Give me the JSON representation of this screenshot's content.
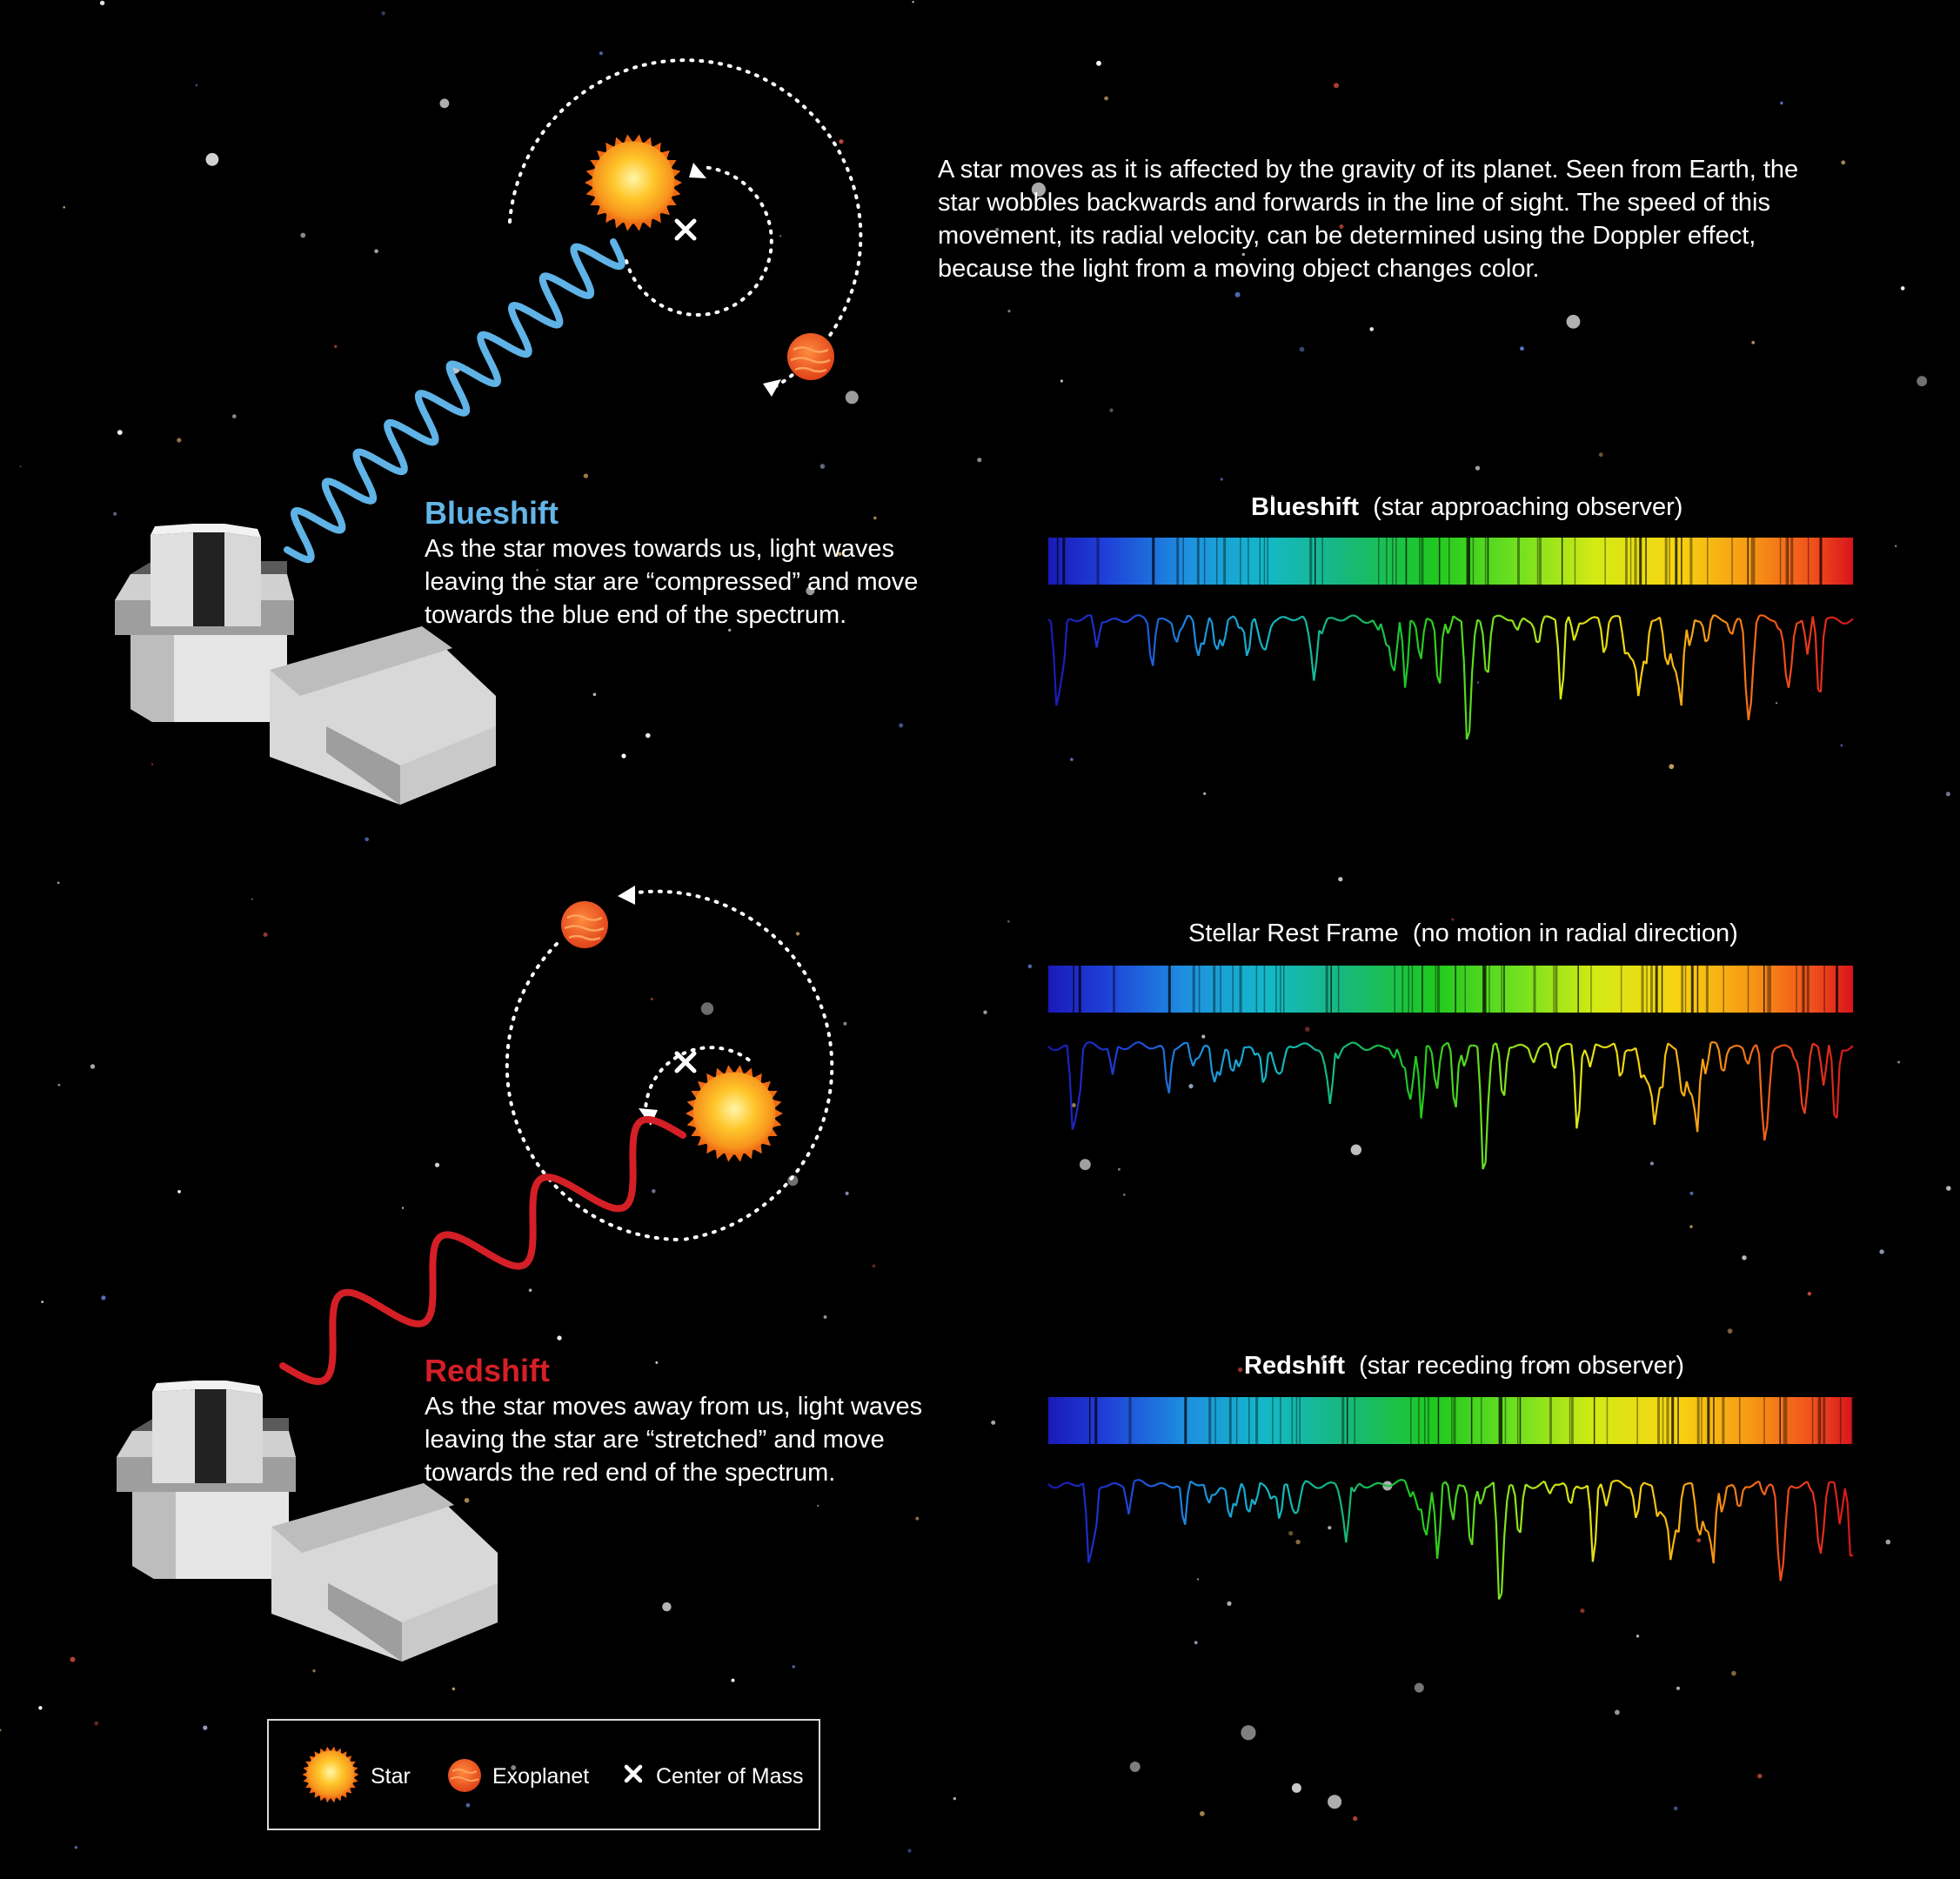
{
  "intro_text": "A star moves as it is affected by the gravity of its planet. Seen from Earth, the star wobbles backwards and forwards in the line of sight. The speed of this movement, its radial velocity, can be determined using the Doppler effect, because the light from a moving object changes color.",
  "blueshift": {
    "title": "Blueshift",
    "description": "As the star moves towards us, light waves leaving the star are “compressed” and move towards the blue end of the spectrum."
  },
  "redshift": {
    "title": "Redshift",
    "description": "As the star moves away from us, light waves leaving the star are “stretched” and move towards the red end of the spectrum."
  },
  "spectra": [
    {
      "label": "Blueshift",
      "note": "(star approaching observer)"
    },
    {
      "label": "Stellar Rest Frame",
      "note": "(no motion in radial direction)"
    },
    {
      "label": "Redshift",
      "note": "(star receding from observer)"
    }
  ],
  "legend": {
    "star": "Star",
    "exoplanet": "Exoplanet",
    "center_of_mass": "Center of Mass"
  },
  "colors": {
    "background": "#000000",
    "blue_wave": "#5fb3e6",
    "red_wave": "#d41f26",
    "blueshift_title": "#64b5e8",
    "redshift_title": "#d41f26",
    "star": "#f9a21b",
    "exoplanet": "#f0531f"
  },
  "icons": [
    "star-icon",
    "exoplanet-icon",
    "center-of-mass-icon",
    "telescope-icon",
    "orbit-arrow-icon"
  ]
}
